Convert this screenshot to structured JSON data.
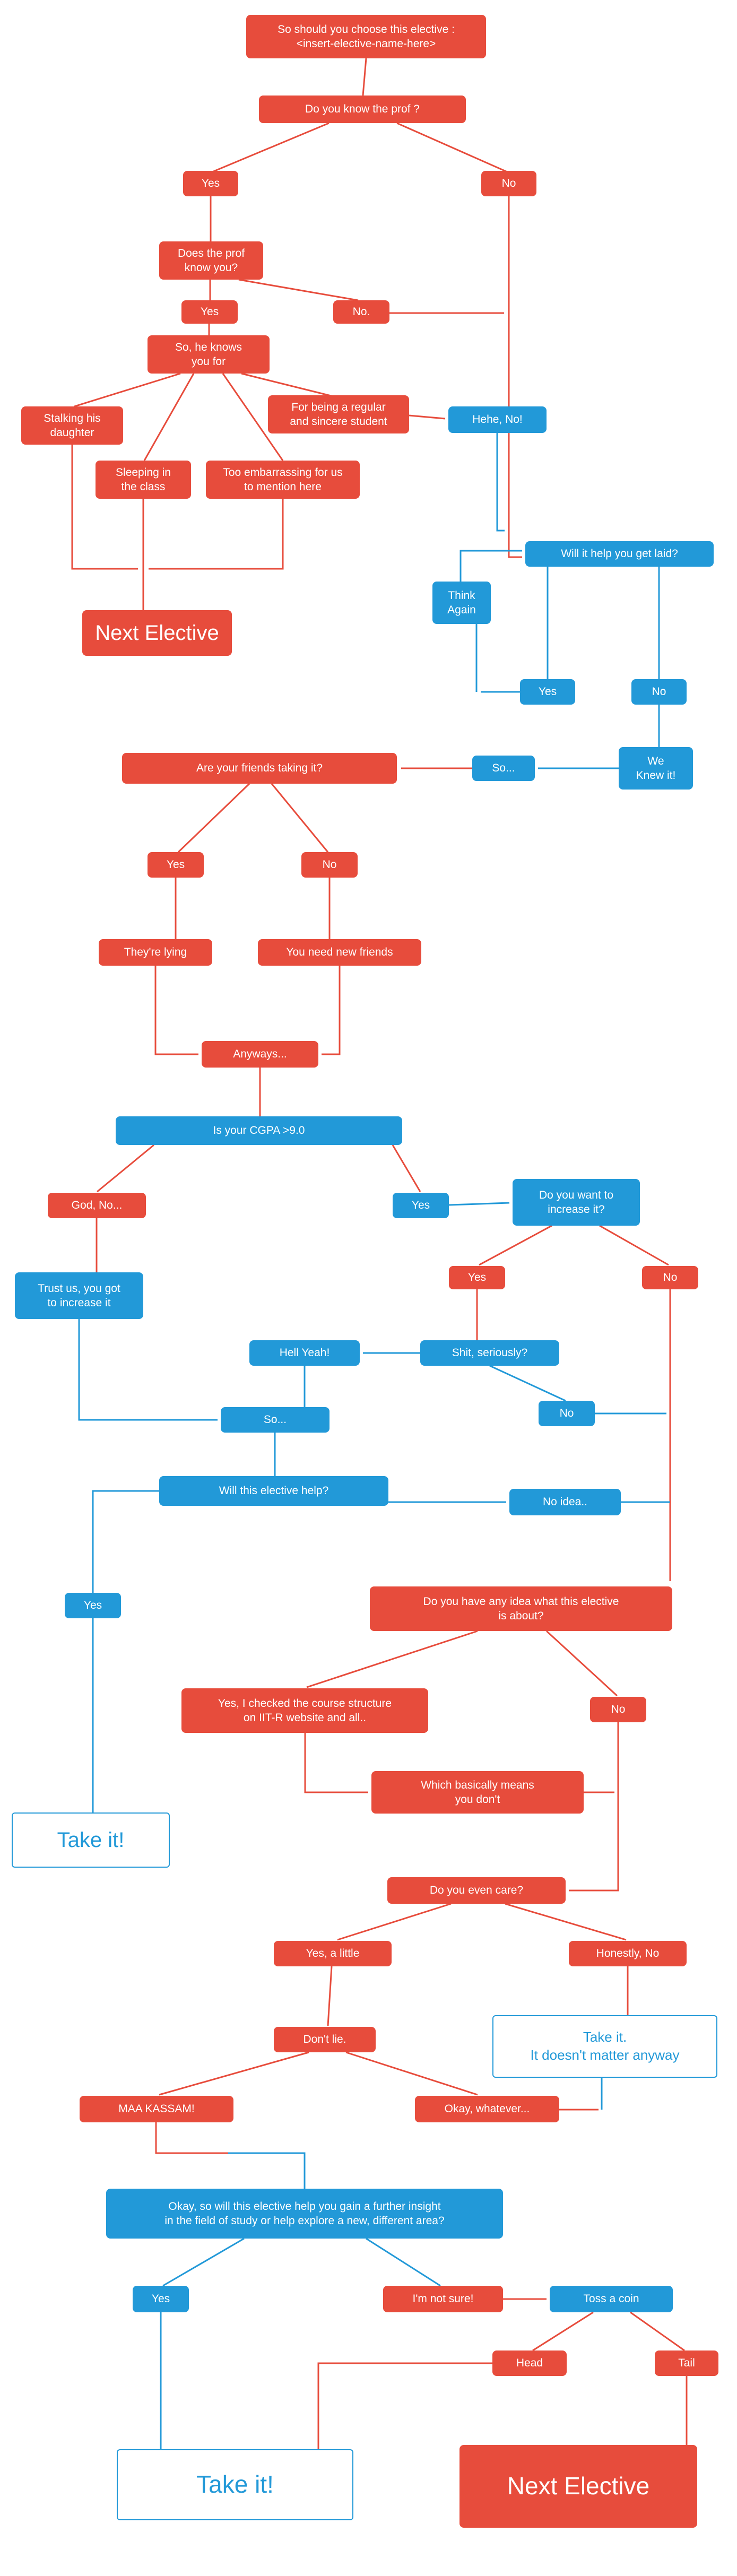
{
  "colors": {
    "red": "#e74c3c",
    "blue": "#2299d8",
    "background": "#ffffff"
  },
  "nodes": {
    "start": {
      "label": "So should you choose this elective :\n<insert-elective-name-here>"
    },
    "know_prof": {
      "label": "Do you know the prof ?"
    },
    "yes1": {
      "label": "Yes"
    },
    "no1": {
      "label": "No"
    },
    "prof_know_you": {
      "label": "Does the prof\nknow you?"
    },
    "yes2": {
      "label": "Yes"
    },
    "no2": {
      "label": "No."
    },
    "knows_for": {
      "label": "So, he knows\nyou for"
    },
    "stalking": {
      "label": "Stalking his\ndaughter"
    },
    "regular": {
      "label": "For being a regular\nand sincere student"
    },
    "hehe_no": {
      "label": "Hehe, No!"
    },
    "sleeping": {
      "label": "Sleeping in\nthe class"
    },
    "embarrassing": {
      "label": "Too embarrassing for us\nto mention here"
    },
    "get_laid": {
      "label": "Will it help you get laid?"
    },
    "think_again": {
      "label": "Think\nAgain"
    },
    "next_elective1": {
      "label": "Next Elective"
    },
    "yes3": {
      "label": "Yes"
    },
    "no3": {
      "label": "No"
    },
    "we_knew": {
      "label": "We\nKnew it!"
    },
    "so1": {
      "label": "So..."
    },
    "friends": {
      "label": "Are your friends taking it?"
    },
    "yes4": {
      "label": "Yes"
    },
    "no4": {
      "label": "No"
    },
    "lying": {
      "label": "They're lying"
    },
    "new_friends": {
      "label": "You need new friends"
    },
    "anyways": {
      "label": "Anyways..."
    },
    "cgpa": {
      "label": "Is your CGPA >9.0"
    },
    "god_no": {
      "label": "God, No..."
    },
    "yes5": {
      "label": "Yes"
    },
    "increase": {
      "label": "Do you want to\nincrease it?"
    },
    "trust_us": {
      "label": "Trust us, you got\nto increase it"
    },
    "yes6": {
      "label": "Yes"
    },
    "no5": {
      "label": "No"
    },
    "hell_yeah": {
      "label": "Hell Yeah!"
    },
    "seriously": {
      "label": "Shit, seriously?"
    },
    "no6": {
      "label": "No"
    },
    "so2": {
      "label": "So..."
    },
    "elective_help": {
      "label": "Will this elective help?"
    },
    "no_idea": {
      "label": "No idea.."
    },
    "any_idea": {
      "label": "Do you have any idea what this elective\nis about?"
    },
    "yes7": {
      "label": "Yes"
    },
    "checked": {
      "label": "Yes, I checked the course structure\non IIT-R website and all.."
    },
    "no7": {
      "label": "No"
    },
    "basically": {
      "label": "Which basically means\nyou don't"
    },
    "take_it1": {
      "label": "Take it!"
    },
    "even_care": {
      "label": "Do you even care?"
    },
    "yes_little": {
      "label": "Yes, a little"
    },
    "honestly_no": {
      "label": "Honestly, No"
    },
    "dont_lie": {
      "label": "Don't lie."
    },
    "take_it2": {
      "label": "Take it.\nIt doesn't matter anyway"
    },
    "maa_kassam": {
      "label": "MAA KASSAM!"
    },
    "okay_whatever": {
      "label": "Okay, whatever..."
    },
    "insight": {
      "label": "Okay, so will this elective help you gain a further insight\nin the field of study or help explore a new,  different area?"
    },
    "yes8": {
      "label": "Yes"
    },
    "not_sure": {
      "label": "I'm not sure!"
    },
    "toss_coin": {
      "label": "Toss a coin"
    },
    "head": {
      "label": "Head"
    },
    "tail": {
      "label": "Tail"
    },
    "take_it3": {
      "label": "Take it!"
    },
    "next_elective2": {
      "label": "Next Elective"
    }
  }
}
